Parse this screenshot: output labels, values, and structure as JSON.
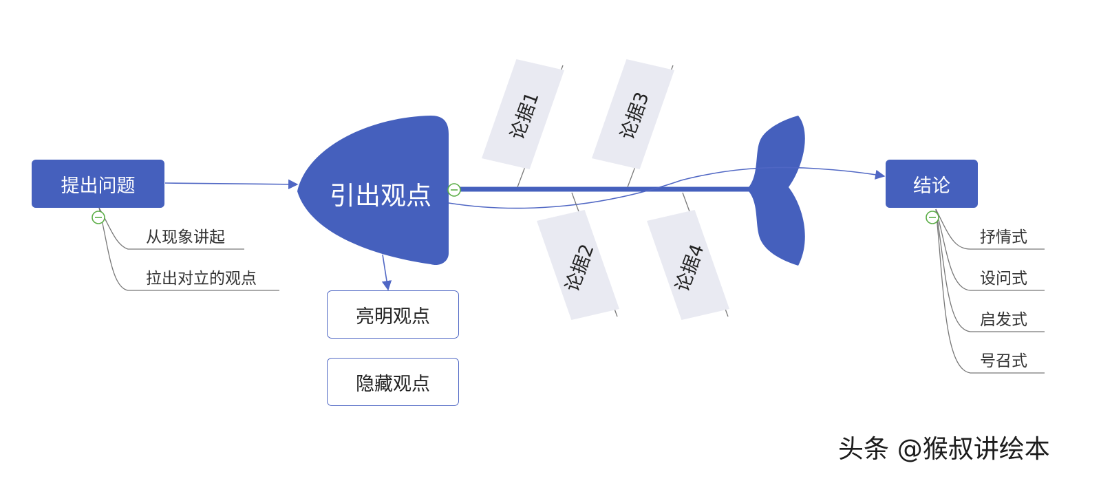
{
  "colors": {
    "primary": "#4560bd",
    "line": "#5067c4",
    "leaf_line": "#777777",
    "collapse": "#5aad45",
    "label_bg": "#e9eaf2"
  },
  "left": {
    "topic": "提出问题",
    "children": [
      "从现象讲起",
      "拉出对立的观点"
    ]
  },
  "head": {
    "label": "引出观点",
    "children": [
      "亮明观点",
      "隐藏观点"
    ]
  },
  "bones": {
    "upper": [
      "论据1",
      "论据3"
    ],
    "lower": [
      "论据2",
      "论据4"
    ]
  },
  "right": {
    "topic": "结论",
    "children": [
      "抒情式",
      "设问式",
      "启发式",
      "号召式"
    ]
  },
  "icons": [
    "collapse-icon",
    "arrow-icon"
  ],
  "watermark": "头条 @猴叔讲绘本"
}
